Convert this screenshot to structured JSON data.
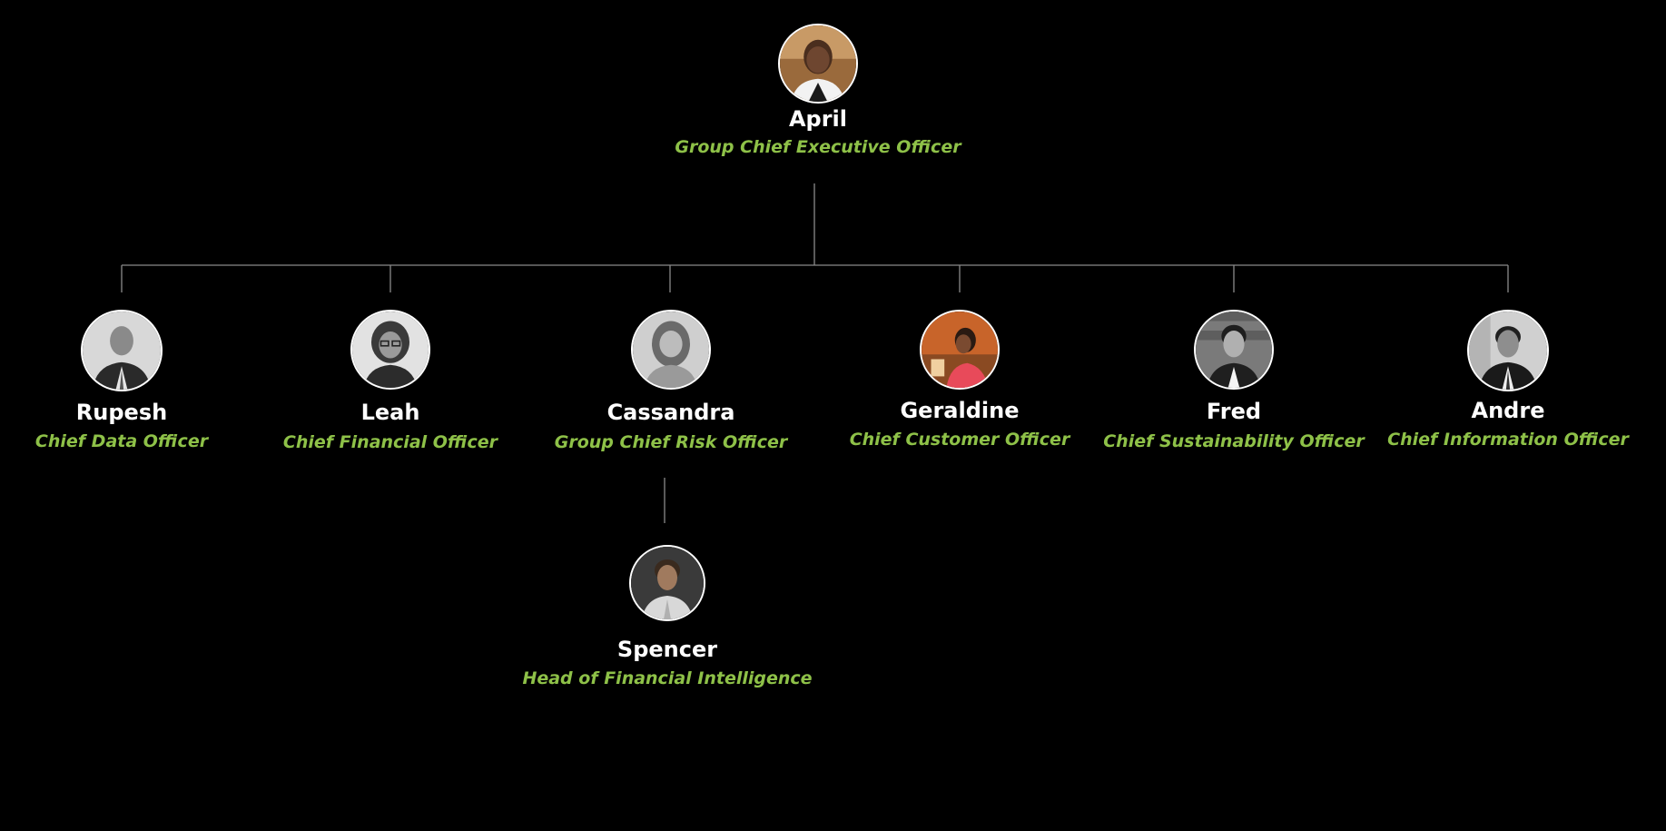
{
  "theme": {
    "background": "#000000",
    "name_color": "#ffffff",
    "role_color": "#8ec148",
    "line_color": "#8a8a8a"
  },
  "org": {
    "ceo": {
      "name": "April",
      "role": "Group Chief Executive Officer",
      "avatar": "person-photo-icon"
    },
    "direct_reports": [
      {
        "name": "Rupesh",
        "role": "Chief Data Officer",
        "avatar": "person-photo-icon"
      },
      {
        "name": "Leah",
        "role": "Chief Financial Officer",
        "avatar": "person-photo-icon"
      },
      {
        "name": "Cassandra",
        "role": "Group Chief Risk Officer",
        "avatar": "person-photo-icon"
      },
      {
        "name": "Geraldine",
        "role": "Chief Customer Officer",
        "avatar": "person-photo-icon"
      },
      {
        "name": "Fred",
        "role": "Chief Sustainability Officer",
        "avatar": "person-photo-icon"
      },
      {
        "name": "Andre",
        "role": "Chief Information Officer",
        "avatar": "person-photo-icon"
      }
    ],
    "sub_reports": [
      {
        "name": "Spencer",
        "role": "Head of Financial Intelligence",
        "reports_to": "Cassandra",
        "avatar": "person-photo-icon"
      }
    ]
  }
}
